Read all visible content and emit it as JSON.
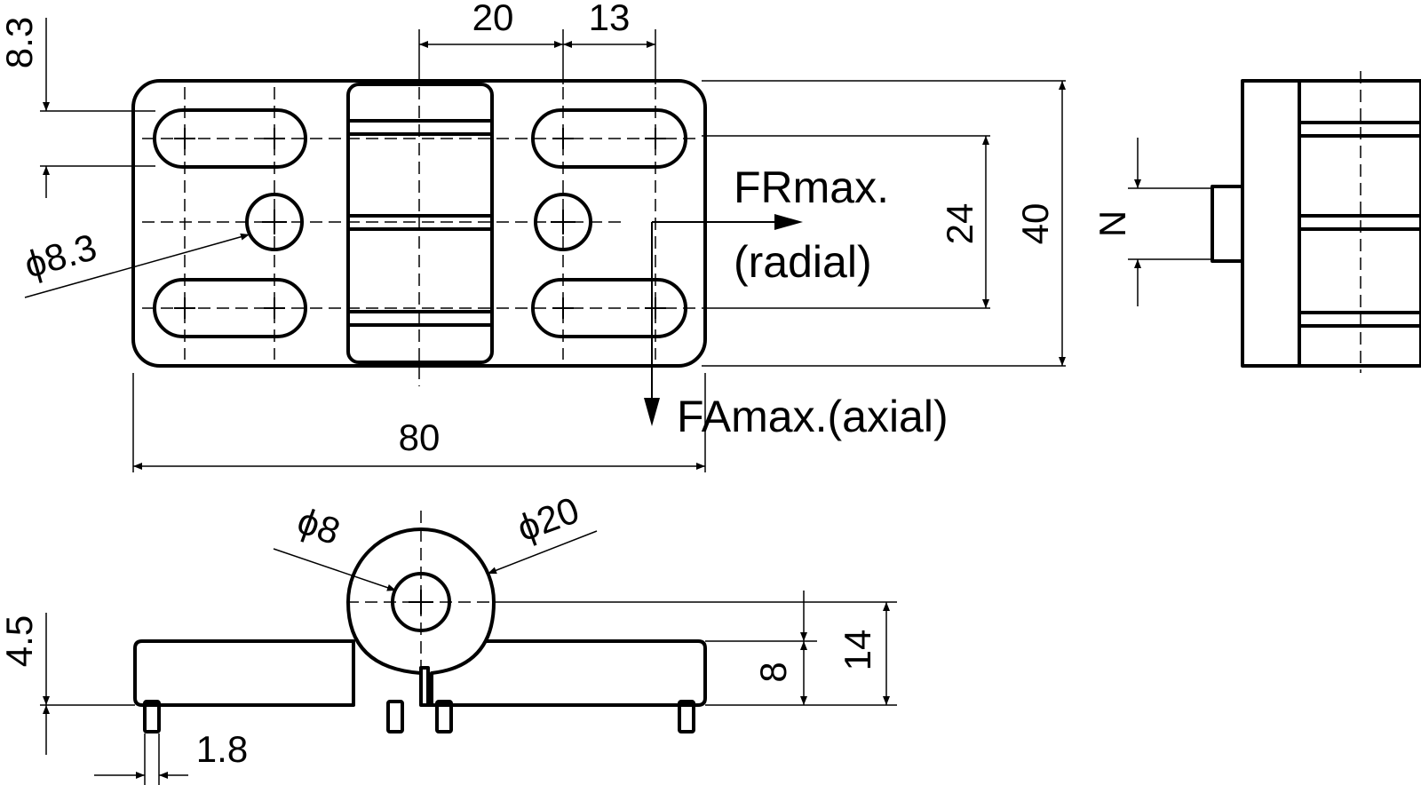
{
  "dimensions": {
    "top_width_20": "20",
    "top_width_13": "13",
    "left_height_8_3": "8.3",
    "hole_diameter": "ϕ8.3",
    "height_24": "24",
    "height_40": "40",
    "width_80": "80",
    "side_N": "N",
    "pin_diameter": "ϕ8",
    "knuckle_diameter": "ϕ20",
    "thickness_4_5": "4.5",
    "pin_offset_1_8": "1.8",
    "height_8": "8",
    "height_14": "14"
  },
  "labels": {
    "fr_line1": "FRmax.",
    "fr_line2": "(radial)",
    "fa": "FAmax.(axial)"
  }
}
